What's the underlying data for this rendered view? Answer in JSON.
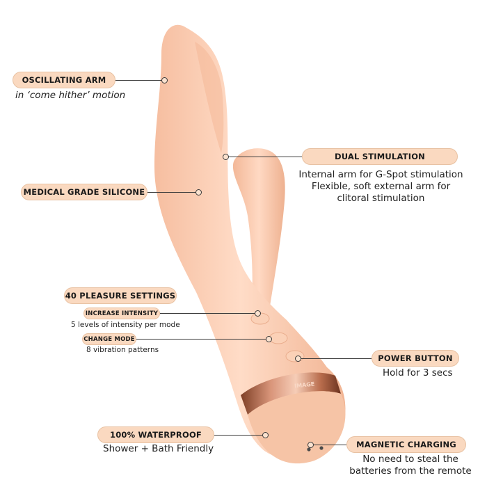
{
  "callouts": {
    "oscillating_arm": {
      "title": "OSCILLATING ARM",
      "desc": "in ‘come hither’ motion"
    },
    "dual_stimulation": {
      "title": "DUAL STIMULATION",
      "desc_lines": [
        "Internal arm for G-Spot stimulation",
        "Flexible, soft external arm for",
        "clitoral stimulation"
      ]
    },
    "medical_silicone": {
      "title": "MEDICAL GRADE SILICONE"
    },
    "pleasure_settings": {
      "title": "40 PLEASURE SETTINGS"
    },
    "increase_intensity": {
      "title": "INCREASE INTENSITY",
      "desc": "5 levels of intensity per mode"
    },
    "change_mode": {
      "title": "CHANGE MODE",
      "desc": "8 vibration patterns"
    },
    "power_button": {
      "title": "POWER BUTTON",
      "desc": "Hold for 3 secs"
    },
    "waterproof": {
      "title": "100% WATERPROOF",
      "desc": "Shower + Bath Friendly"
    },
    "magnetic_charging": {
      "title": "MAGNETIC CHARGING",
      "desc_lines": [
        "No need to steal the",
        "batteries from the remote"
      ]
    }
  },
  "product": {
    "band_text": "IMAGE"
  },
  "colors": {
    "pill_bg": "#fad9c0",
    "body": "#fcd3b8",
    "band": "#b06a4a"
  }
}
